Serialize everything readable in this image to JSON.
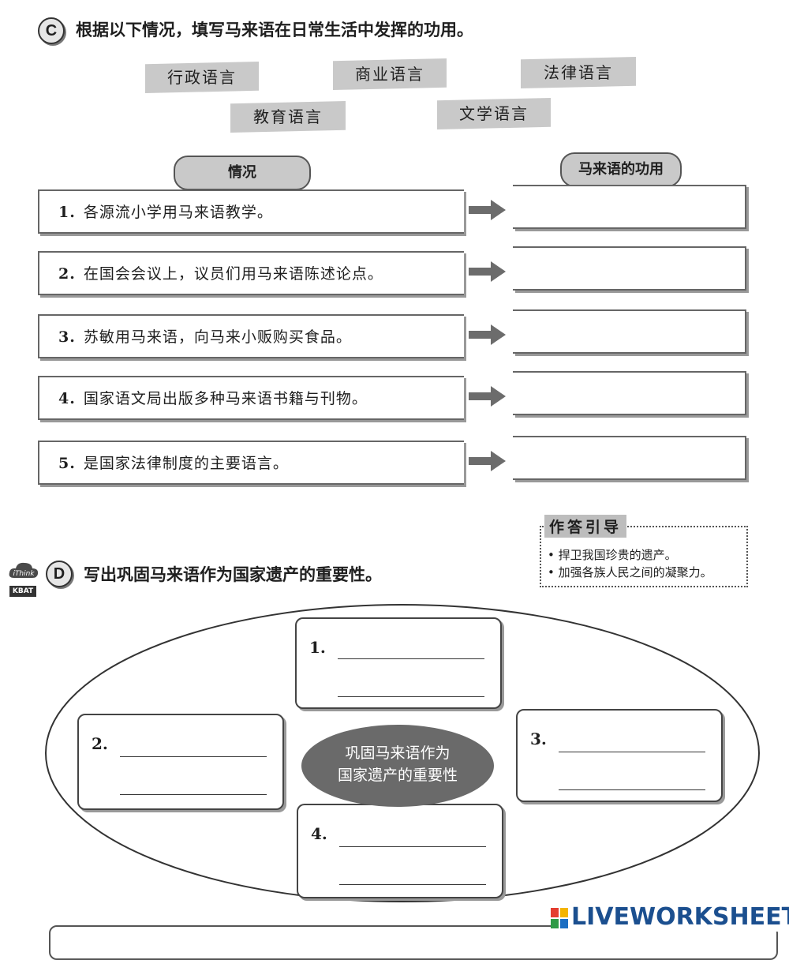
{
  "section_c": {
    "letter": "C",
    "title": "根据以下情况，填写马来语在日常生活中发挥的功用。",
    "chips": [
      "行政语言",
      "商业语言",
      "法律语言",
      "教育语言",
      "文学语言"
    ],
    "header_situation": "情况",
    "header_function": "马来语的功用",
    "rows": [
      {
        "num": "1.",
        "text": "各源流小学用马来语教学。"
      },
      {
        "num": "2.",
        "text": "在国会会议上，议员们用马来语陈述论点。"
      },
      {
        "num": "3.",
        "text": "苏敏用马来语，向马来小贩购买食品。"
      },
      {
        "num": "4.",
        "text": "国家语文局出版多种马来语书籍与刊物。"
      },
      {
        "num": "5.",
        "text": "是国家法律制度的主要语言。"
      }
    ]
  },
  "guide": {
    "title": "作答引导",
    "items": [
      "• 捍卫我国珍贵的遗产。",
      "• 加强各族人民之间的凝聚力。"
    ]
  },
  "section_d": {
    "badge_top": "iThink",
    "badge_bottom": "KBAT",
    "letter": "D",
    "title": "写出巩固马来语作为国家遗产的重要性。",
    "center_line1": "巩固马来语作为",
    "center_line2": "国家遗产的重要性",
    "boxes": [
      "1.",
      "2.",
      "3.",
      "4."
    ]
  },
  "watermark": {
    "text": "LIVEWORKSHEETS"
  },
  "colors": {
    "gray_chip": "#c9c9c9",
    "center_oval": "#6a6a6a",
    "brand_blue": "#1b4f8f"
  }
}
